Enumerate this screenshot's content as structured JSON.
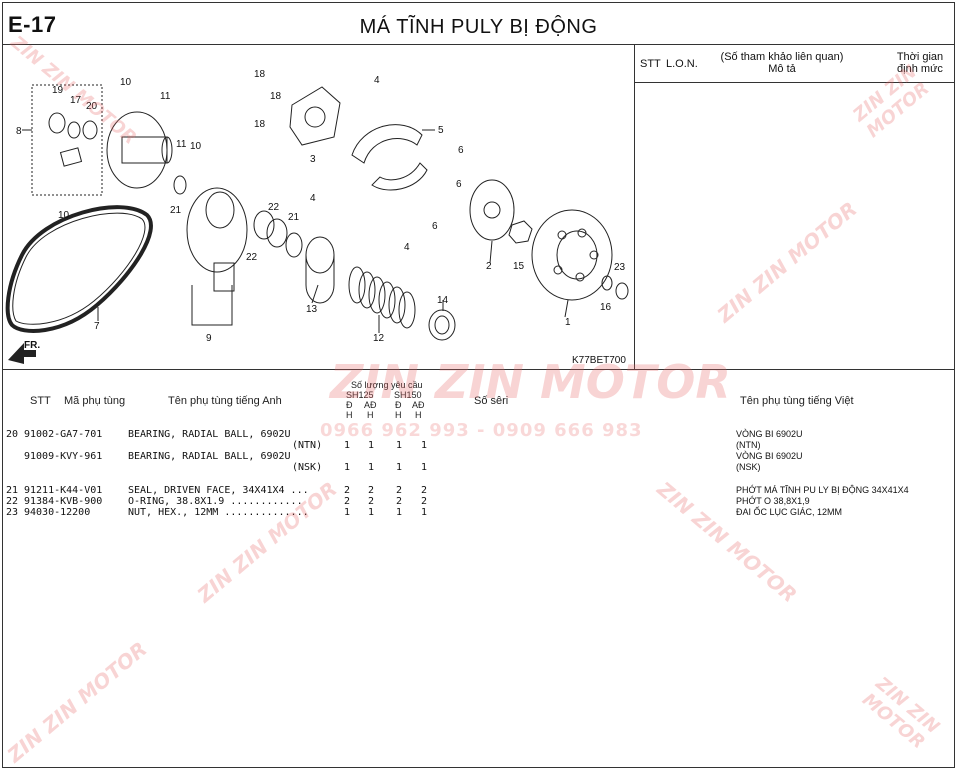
{
  "header": {
    "code": "E-17",
    "title": "MÁ TĨNH PULY BỊ ĐỘNG"
  },
  "reference_panel": {
    "col_stt": "STT",
    "col_lon": "L.O.N.",
    "col_ref_line1": "(Số tham khảo liên quan)",
    "col_ref_line2": "Mô tả",
    "col_time_line1": "Thời gian",
    "col_time_line2": "định mức"
  },
  "diagram": {
    "callouts": [
      "1",
      "2",
      "3",
      "4",
      "4",
      "4",
      "5",
      "6",
      "6",
      "6",
      "7",
      "8",
      "9",
      "10",
      "10",
      "10",
      "11",
      "11",
      "12",
      "13",
      "14",
      "15",
      "16",
      "17",
      "18",
      "18",
      "18",
      "19",
      "20",
      "21",
      "21",
      "22",
      "22",
      "23"
    ],
    "figure_code": "K77BET700",
    "direction_label": "FR."
  },
  "table": {
    "headers": {
      "stt": "STT",
      "part_no": "Mã phụ tùng",
      "name_en": "Tên phụ tùng tiếng Anh",
      "qty_title": "Số lượng yêu cầu",
      "model_a": "SH125",
      "model_b": "SH150",
      "sub_1": "Đ",
      "sub_1b": "H",
      "sub_2": "AĐ",
      "sub_2b": "H",
      "sub_3": "Đ",
      "sub_3b": "H",
      "sub_4": "AĐ",
      "sub_4b": "H",
      "serial": "Số sêri",
      "name_vn": "Tên phụ tùng tiếng Việt"
    },
    "rows": [
      {
        "stt": "20",
        "part_no": "91002-GA7-701",
        "name_en": "BEARING, RADIAL BALL, 6902U",
        "sub": "",
        "q1": "",
        "q2": "",
        "q3": "",
        "q4": "",
        "name_vn": "VÒNG BI 6902U"
      },
      {
        "stt": "",
        "part_no": "",
        "name_en": "",
        "sub": "(NTN)",
        "q1": "1",
        "q2": "1",
        "q3": "1",
        "q4": "1",
        "name_vn": "(NTN)"
      },
      {
        "stt": "",
        "part_no": "91009-KVY-961",
        "name_en": "BEARING, RADIAL BALL, 6902U",
        "sub": "",
        "q1": "",
        "q2": "",
        "q3": "",
        "q4": "",
        "name_vn": "VÒNG BI 6902U"
      },
      {
        "stt": "",
        "part_no": "",
        "name_en": "",
        "sub": "(NSK)",
        "q1": "1",
        "q2": "1",
        "q3": "1",
        "q4": "1",
        "name_vn": "(NSK)"
      },
      {
        "stt": "21",
        "part_no": "91211-K44-V01",
        "name_en": "SEAL, DRIVEN FACE, 34X41X4 ...",
        "sub": "",
        "q1": "2",
        "q2": "2",
        "q3": "2",
        "q4": "2",
        "name_vn": "PHỚT MÁ TĨNH PU LY BỊ ĐỘNG 34X41X4"
      },
      {
        "stt": "22",
        "part_no": "91384-KVB-900",
        "name_en": "O-RING, 38.8X1.9 ............",
        "sub": "",
        "q1": "2",
        "q2": "2",
        "q3": "2",
        "q4": "2",
        "name_vn": "PHỚT O 38,8X1,9"
      },
      {
        "stt": "23",
        "part_no": "94030-12200",
        "name_en": "NUT, HEX., 12MM ..............",
        "sub": "",
        "q1": "1",
        "q2": "1",
        "q3": "1",
        "q4": "1",
        "name_vn": "ĐAI ỐC LỤC GIÁC, 12MM"
      }
    ]
  },
  "watermark": {
    "brand": "ZIN ZIN MOTOR",
    "phone": "0966 962 993 - 0909 666 983"
  },
  "colors": {
    "watermark": "#e66464",
    "line": "#333333",
    "text": "#111111"
  }
}
